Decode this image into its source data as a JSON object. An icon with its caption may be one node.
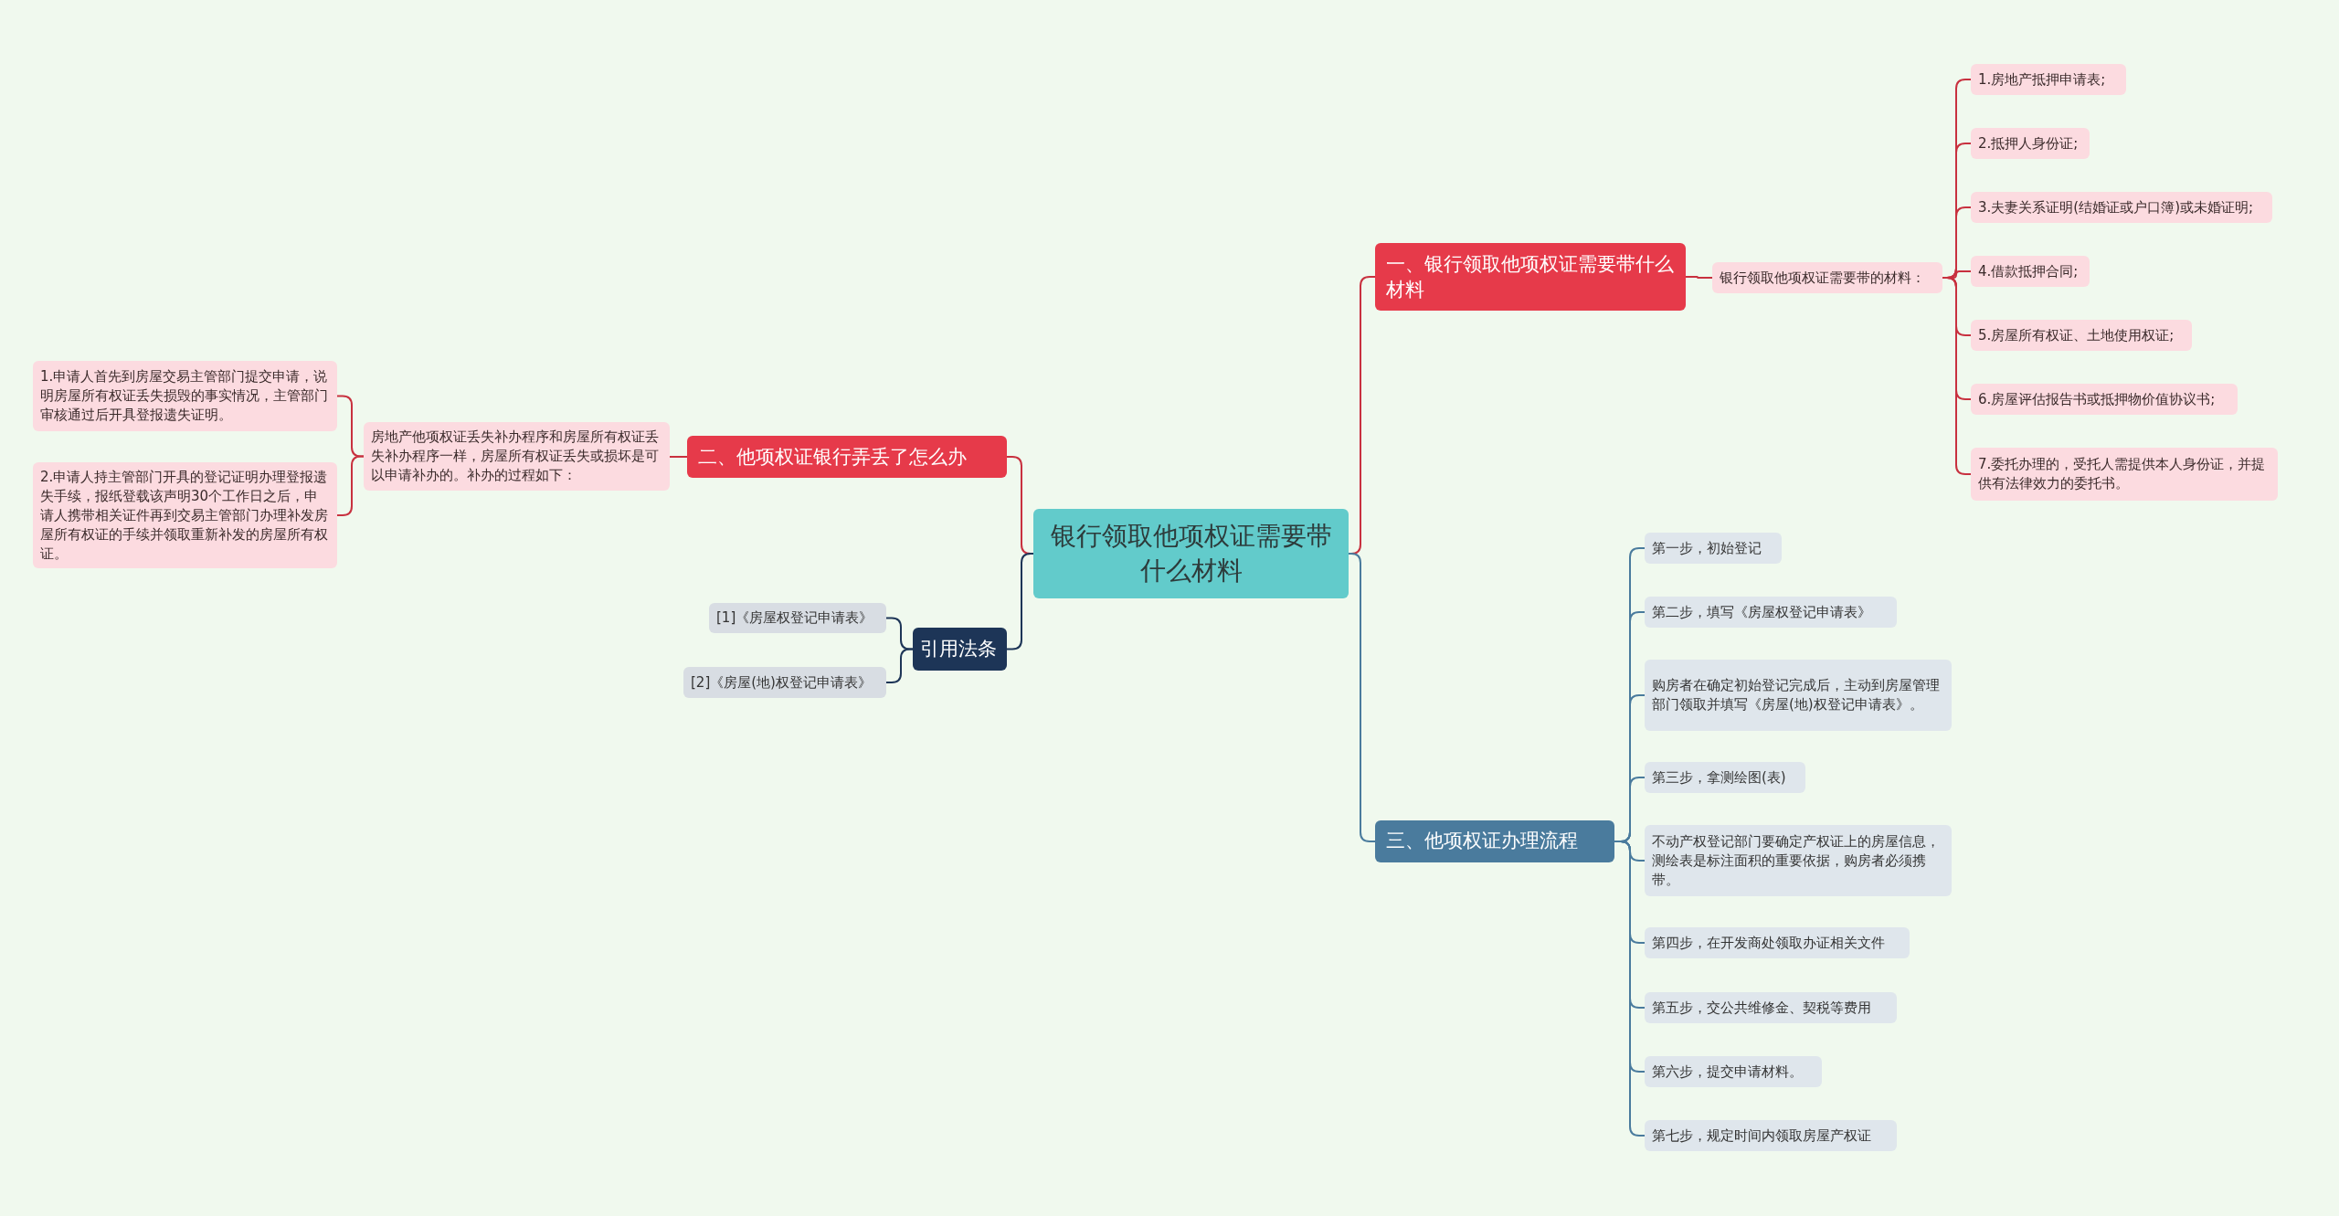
{
  "diagram": {
    "nodes": [
      {
        "text": [
          "银行领取他项权证需要带什么材料"
        ]
      },
      {
        "text": [
          "一、银行领取他项权证需要带什么材料"
        ]
      },
      {
        "text": [
          "银行领取他项权证需要带的材料："
        ]
      },
      {
        "text": [
          "1.房地产抵押申请表;"
        ]
      },
      {
        "text": [
          "2.抵押人身份证;"
        ]
      },
      {
        "text": [
          "3.夫妻关系证明(结婚证或户口簿)或未婚证明;"
        ]
      },
      {
        "text": [
          "4.借款抵押合同;"
        ]
      },
      {
        "text": [
          "5.房屋所有权证、土地使用权证;"
        ]
      },
      {
        "text": [
          "6.房屋评估报告书或抵押物价值协议书;"
        ]
      },
      {
        "text": [
          "7.委托办理的，受托人需提供本人身份证，并提供有法律效力的委托书。"
        ]
      },
      {
        "text": [
          "二、他项权证银行弄丢了怎么办"
        ]
      },
      {
        "text": [
          "房地产他项权证丢失补办程序和房屋所有权证丢失补办程序一样，房屋所有权证丢失或损坏是可以申请补办的。补办的过程如下："
        ]
      },
      {
        "text": [
          "1.申请人首先到房屋交易主管部门提交申请，说明房屋所有权证丢失损毁的事实情况，主管部门审核通过后开具登报遗失证明。"
        ]
      },
      {
        "text": [
          "2.申请人持主管部门开具的登记证明办理登报遗失手续，报纸登载该声明30个工作日之后，申请人携带相关证件再到交易主管部门办理补发房屋所有权证的手续并领取重新补发的房屋所有权证。"
        ]
      },
      {
        "text": [
          "引用法条"
        ]
      },
      {
        "text": [
          "[1]《房屋权登记申请表》"
        ]
      },
      {
        "text": [
          "[2]《房屋(地)权登记申请表》"
        ]
      },
      {
        "text": [
          "三、他项权证办理流程"
        ]
      },
      {
        "text": [
          "第一步，初始登记"
        ]
      },
      {
        "text": [
          "第二步，填写《房屋权登记申请表》"
        ]
      },
      {
        "text": [
          "购房者在确定初始登记完成后，主动到房屋管理部门领取并填写《房屋(地)权登记申请表》。"
        ]
      },
      {
        "text": [
          "第三步，拿测绘图(表)"
        ]
      },
      {
        "text": [
          "不动产权登记部门要确定产权证上的房屋信息，测绘表是标注面积的重要依据，购房者必须携带。"
        ]
      },
      {
        "text": [
          "第四步，在开发商处领取办证相关文件"
        ]
      },
      {
        "text": [
          "第五步，交公共维修金、契税等费用"
        ]
      },
      {
        "text": [
          "第六步，提交申请材料。"
        ]
      },
      {
        "text": [
          "第七步，规定时间内领取房屋产权证"
        ]
      }
    ],
    "edges": [
      {
        "from": 0,
        "to": 1,
        "arrow": "none"
      },
      {
        "from": 1,
        "to": 2,
        "arrow": "none"
      },
      {
        "from": 2,
        "to": 3,
        "arrow": "none"
      },
      {
        "from": 2,
        "to": 4,
        "arrow": "none"
      },
      {
        "from": 2,
        "to": 5,
        "arrow": "none"
      },
      {
        "from": 2,
        "to": 6,
        "arrow": "none"
      },
      {
        "from": 2,
        "to": 7,
        "arrow": "none"
      },
      {
        "from": 2,
        "to": 8,
        "arrow": "none"
      },
      {
        "from": 2,
        "to": 9,
        "arrow": "none"
      },
      {
        "from": 0,
        "to": 10,
        "arrow": "none"
      },
      {
        "from": 10,
        "to": 11,
        "arrow": "none"
      },
      {
        "from": 11,
        "to": 12,
        "arrow": "none"
      },
      {
        "from": 11,
        "to": 13,
        "arrow": "none"
      },
      {
        "from": 0,
        "to": 14,
        "arrow": "none",
        "color": "#1d3557"
      },
      {
        "from": 14,
        "to": 15,
        "arrow": "none",
        "color": "#1d3557"
      },
      {
        "from": 14,
        "to": 16,
        "arrow": "none",
        "color": "#1d3557"
      },
      {
        "from": 0,
        "to": 17,
        "arrow": "none",
        "color": "#4a7b9d"
      },
      {
        "from": 17,
        "to": 18,
        "arrow": "none",
        "color": "#4a7b9d"
      },
      {
        "from": 17,
        "to": 19,
        "arrow": "none",
        "color": "#4a7b9d"
      },
      {
        "from": 17,
        "to": 20,
        "arrow": "none",
        "color": "#4a7b9d"
      },
      {
        "from": 17,
        "to": 21,
        "arrow": "none",
        "color": "#4a7b9d"
      },
      {
        "from": 17,
        "to": 22,
        "arrow": "none",
        "color": "#4a7b9d"
      },
      {
        "from": 17,
        "to": 23,
        "arrow": "none",
        "color": "#4a7b9d"
      },
      {
        "from": 17,
        "to": 24,
        "arrow": "none",
        "color": "#4a7b9d"
      },
      {
        "from": 17,
        "to": 25,
        "arrow": "none",
        "color": "#4a7b9d"
      },
      {
        "from": 17,
        "to": 26,
        "arrow": "none",
        "color": "#4a7b9d"
      }
    ]
  }
}
